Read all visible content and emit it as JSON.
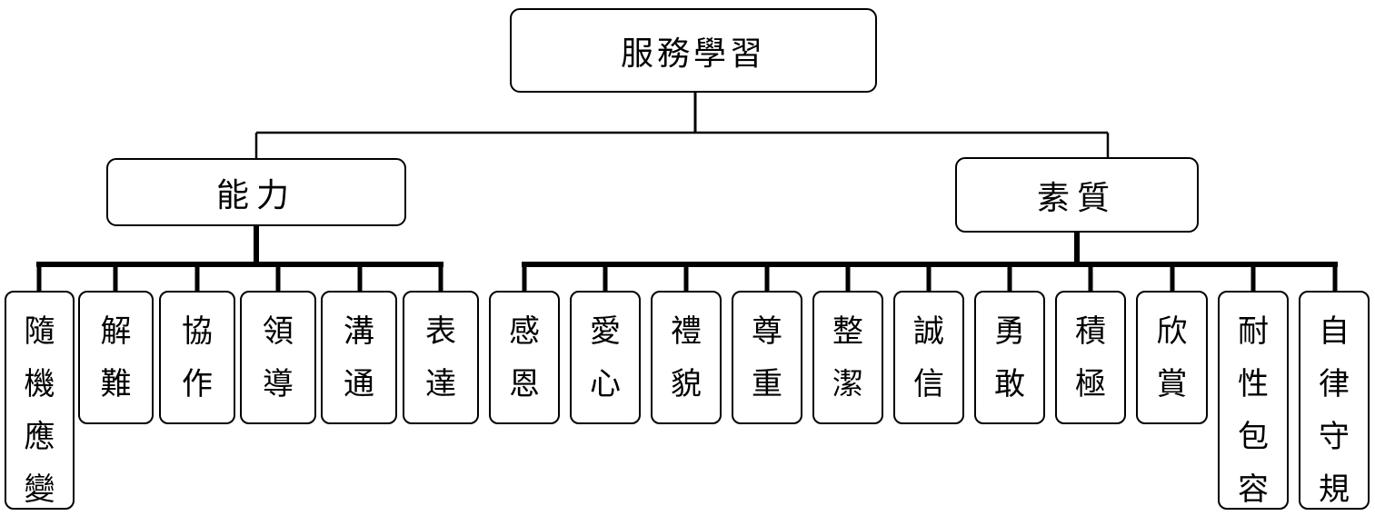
{
  "root": {
    "label": "服務學習"
  },
  "branches": [
    {
      "label": "能力",
      "children": [
        "隨機應變",
        "解難",
        "協作",
        "領導",
        "溝通",
        "表達"
      ]
    },
    {
      "label": "素質",
      "children": [
        "感恩",
        "愛心",
        "禮貌",
        "尊重",
        "整潔",
        "誠信",
        "勇敢",
        "積極",
        "欣賞",
        "耐性包容",
        "自律守規"
      ]
    }
  ]
}
